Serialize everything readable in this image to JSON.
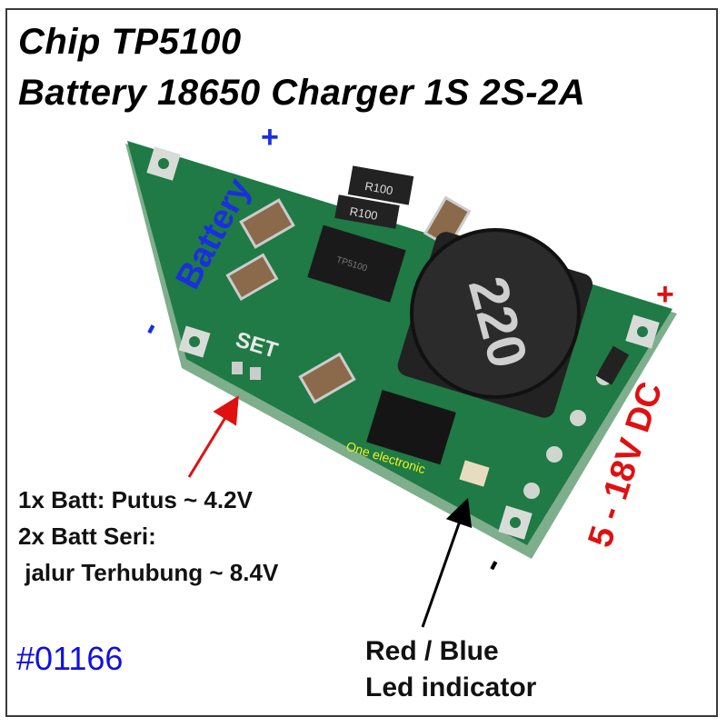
{
  "title": {
    "line1": "Chip TP5100",
    "line2": "Battery 18650 Charger 1S 2S-2A"
  },
  "board": {
    "inductor_label": "220",
    "resistor_labels": [
      "R100",
      "R100"
    ],
    "set_label": "SET",
    "chip_label": "TP5100",
    "watermark": "One electronic",
    "pcb_color": "#1f7a45"
  },
  "battery_labels": {
    "plus": "+",
    "name": "Battery",
    "minus": "-",
    "color": "#1a2fe0"
  },
  "input_labels": {
    "plus": "+",
    "voltage": "5 - 18V DC",
    "minus": "-",
    "color": "#e01010"
  },
  "notes": {
    "line1": "1x Batt: Putus ~ 4.2V",
    "line2": "2x Batt Seri:",
    "line3": " jalur Terhubung ~ 8.4V"
  },
  "led_note": {
    "line1": "Red / Blue",
    "line2": "Led indicator"
  },
  "product_code": "#01166"
}
